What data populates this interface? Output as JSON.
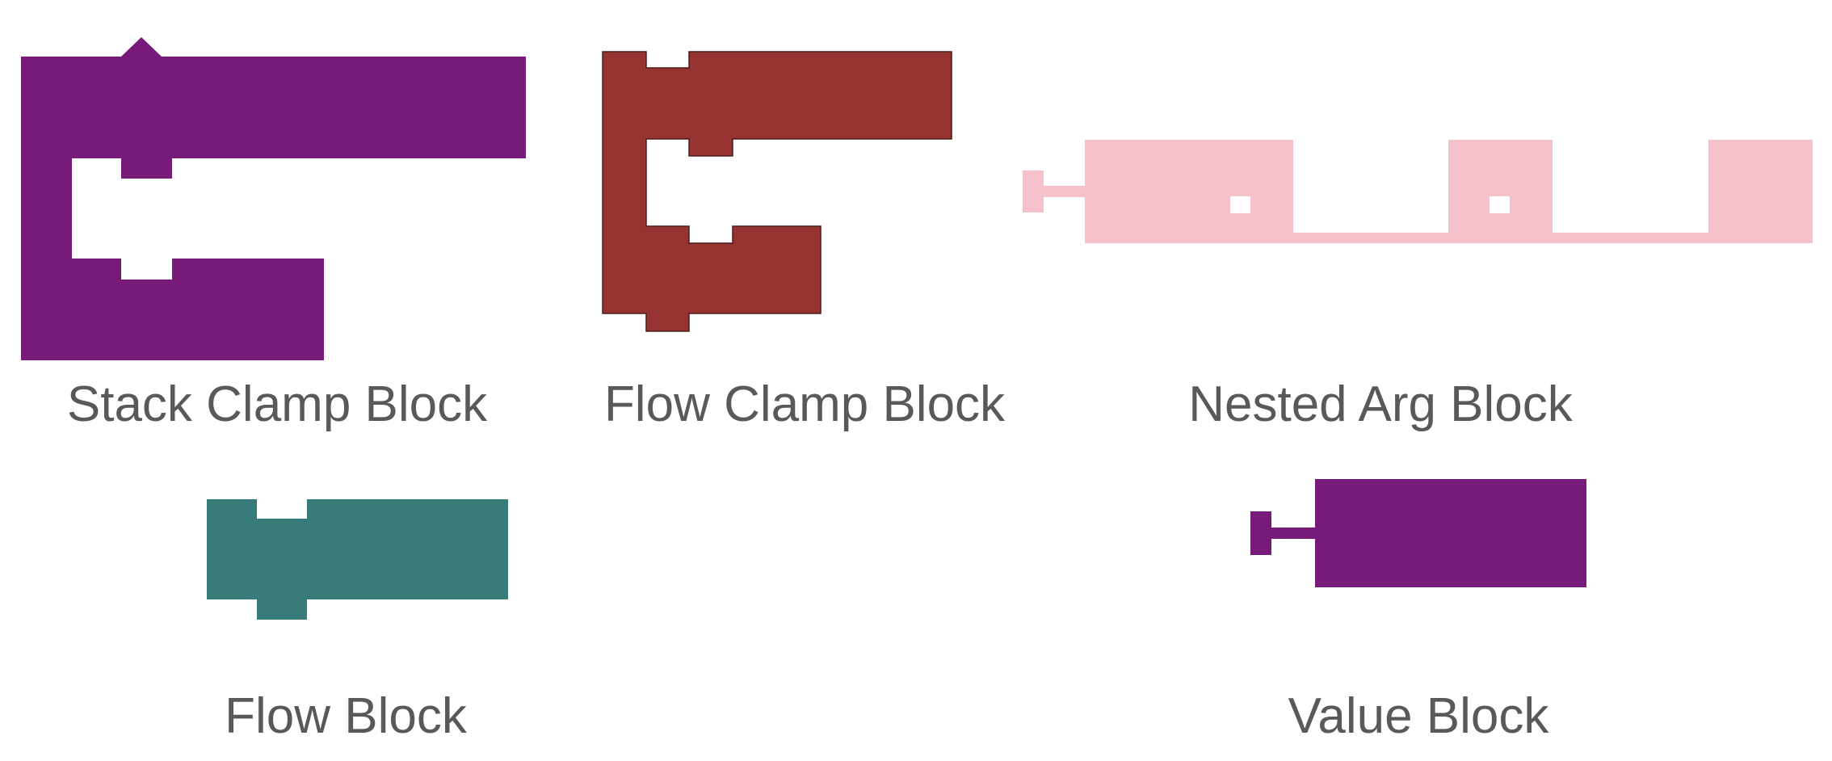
{
  "blocks": [
    {
      "id": "stack-clamp",
      "label": "Stack Clamp Block",
      "color": "#771a7a"
    },
    {
      "id": "flow-clamp",
      "label": "Flow Clamp Block",
      "color": "#963230"
    },
    {
      "id": "nested-arg",
      "label": "Nested Arg Block",
      "color": "#f5c2cb"
    },
    {
      "id": "flow",
      "label": "Flow Block",
      "color": "#377c7b"
    },
    {
      "id": "value",
      "label": "Value Block",
      "color": "#771a7a"
    }
  ],
  "colors": {
    "caption_text": "#595959",
    "outline": "#4a1e1c"
  }
}
